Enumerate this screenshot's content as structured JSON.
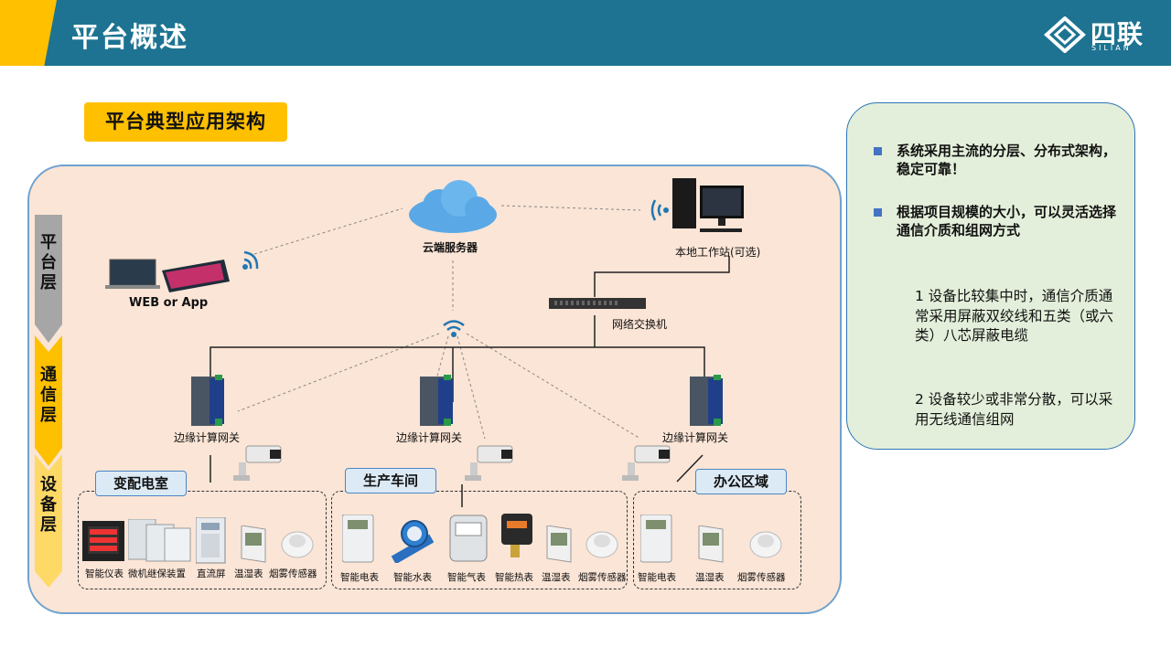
{
  "header": {
    "title": "平台概述",
    "logo_text": "四联",
    "logo_sub": "SILIAN"
  },
  "section_label": "平台典型应用架构",
  "layers": [
    {
      "label": "平\n台\n层",
      "color": "#a6a6a6"
    },
    {
      "label": "通\n信\n层",
      "color": "#ffc000"
    },
    {
      "label": "设\n备\n层",
      "color": "#ffd966"
    }
  ],
  "nodes": {
    "cloud": "云端服务器",
    "workstation": "本地工作站(可选)",
    "web_app": "WEB or App",
    "switch": "网络交换机",
    "gateway_1": "边缘计算网关",
    "gateway_2": "边缘计算网关",
    "gateway_3": "边缘计算网关"
  },
  "zones": [
    {
      "label": "变配电室",
      "devices": [
        "智能仪表",
        "微机继保装置",
        "直流屏",
        "温湿表",
        "烟雾传感器"
      ]
    },
    {
      "label": "生产车间",
      "devices": [
        "智能电表",
        "智能水表",
        "智能气表",
        "智能热表",
        "温湿表",
        "烟雾传感器"
      ]
    },
    {
      "label": "办公区域",
      "devices": [
        "智能电表",
        "温湿表",
        "烟雾传感器"
      ]
    }
  ],
  "side_panel": {
    "bullets": [
      "系统采用主流的分层、分布式架构，稳定可靠！",
      "根据项目规模的大小，可以灵活选择通信介质和组网方式"
    ],
    "notes": [
      "1 设备比较集中时，通信介质通常采用屏蔽双绞线和五类（或六类）八芯屏蔽电缆",
      "2 设备较少或非常分散，可以采用无线通信组网"
    ]
  },
  "colors": {
    "header": "#1d7391",
    "accent": "#ffc000",
    "panel_bg": "#fbe5d6",
    "side_bg": "#e3efda",
    "bullet": "#4472c4"
  }
}
